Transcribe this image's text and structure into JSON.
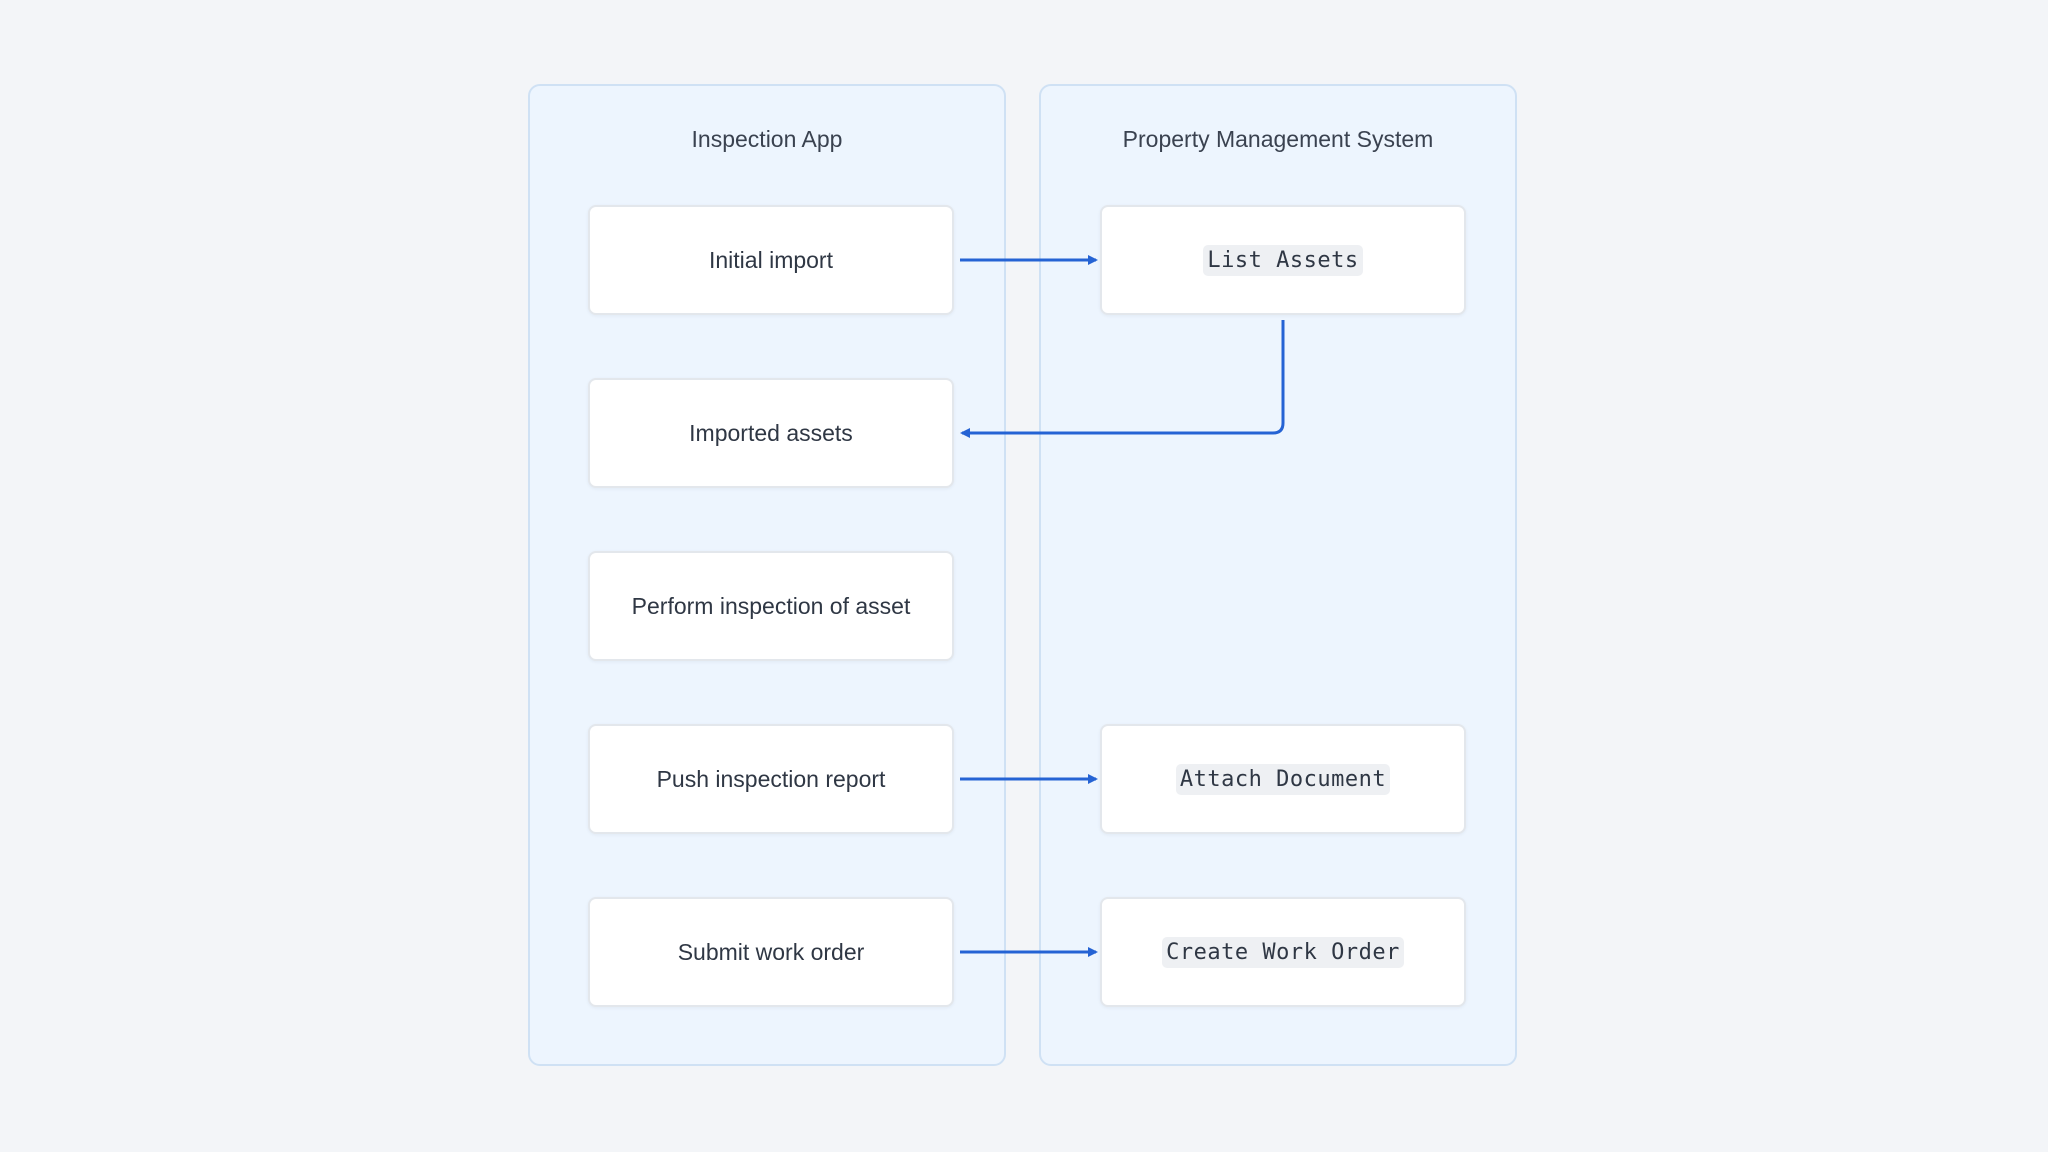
{
  "lanes": {
    "left": {
      "title": "Inspection App"
    },
    "right": {
      "title": "Property Management System"
    }
  },
  "nodes": {
    "initial_import": "Initial import",
    "imported_assets": "Imported assets",
    "perform_inspection": "Perform inspection of asset",
    "push_report": "Push inspection report",
    "submit_work_order": "Submit work order",
    "list_assets": "List Assets",
    "attach_document": "Attach Document",
    "create_work_order": "Create Work Order"
  },
  "colors": {
    "arrow": "#2563d4",
    "lane_fill": "#edf5fe",
    "lane_border": "#cfe1f4"
  }
}
